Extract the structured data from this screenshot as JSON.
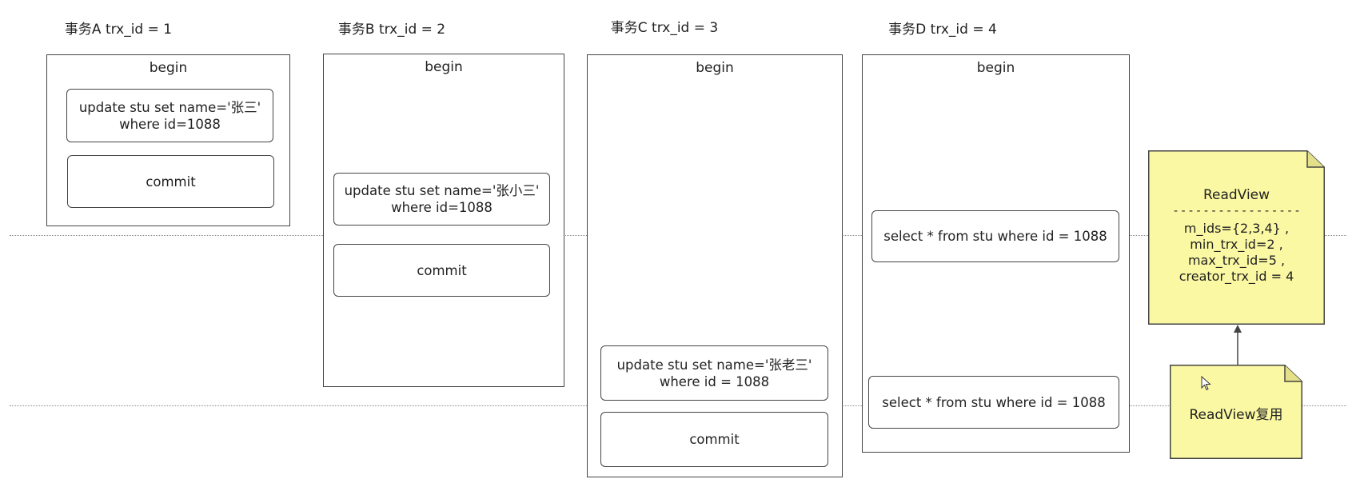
{
  "transactions": {
    "a": {
      "title": "事务A trx_id = 1",
      "begin": "begin",
      "update_line1": "update stu set name='张三'",
      "update_line2": "where id=1088",
      "commit": "commit"
    },
    "b": {
      "title": "事务B trx_id = 2",
      "begin": "begin",
      "update_line1": "update stu set name='张小三'",
      "update_line2": "where id=1088",
      "commit": "commit"
    },
    "c": {
      "title": "事务C trx_id = 3",
      "begin": "begin",
      "update_line1": "update stu set name='张老三'",
      "update_line2": "where id = 1088",
      "commit": "commit"
    },
    "d": {
      "title": "事务D trx_id = 4",
      "begin": "begin",
      "select1": "select * from stu where id = 1088",
      "select2": "select * from stu where id = 1088"
    }
  },
  "readview": {
    "title": "ReadView",
    "separator": "- - - - - - - - - - - - - - - - -",
    "lines": [
      "m_ids={2,3,4} ,",
      "min_trx_id=2 ,",
      "max_trx_id=5 ,",
      "creator_trx_id = 4"
    ],
    "fill_color": "#fbf8a3"
  },
  "reuse_note": {
    "label": "ReadView复用"
  }
}
